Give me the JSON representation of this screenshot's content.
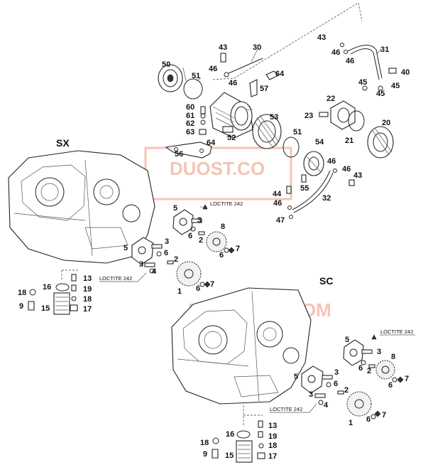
{
  "watermark": {
    "top": "DUOST.CO",
    "bottom": "KTMMOTO.COM",
    "color": "#e05a2b"
  },
  "sections": {
    "sx": "SX",
    "sc": "SC"
  },
  "notes": {
    "loctite_sx_top": "LOCTITE 242",
    "loctite_sx_bottom": "LOCTITE 242",
    "loctite_sc_top": "LOCTITE 242",
    "loctite_sc_bottom": "LOCTITE 242"
  },
  "parts": {
    "p43a": "43",
    "p30": "30",
    "p43b": "43",
    "p31": "31",
    "p46a": "46",
    "p46b": "46",
    "p46c": "46",
    "p46d": "46",
    "p50": "50",
    "p51a": "51",
    "p64a": "64",
    "p40": "40",
    "p57": "57",
    "p45a": "45",
    "p45b": "45",
    "p45c": "45",
    "p60": "60",
    "p61": "61",
    "p62": "62",
    "p63": "63",
    "p53": "53",
    "p22": "22",
    "p23": "23",
    "p20": "20",
    "p52": "52",
    "p51b": "51",
    "p21": "21",
    "p64b": "64",
    "p56": "56",
    "p54": "54",
    "p46e": "46",
    "p46f": "46",
    "p43c": "43",
    "p55": "55",
    "p44": "44",
    "p46g": "46",
    "p32": "32",
    "p47": "47",
    "sx5a": "5",
    "sx3a": "3",
    "sx6a": "6",
    "sx2a": "2",
    "sx8": "8",
    "sx6b": "6",
    "sx7a": "7",
    "sx5b": "5",
    "sx3b": "3",
    "sx6c": "6",
    "sx3c": "3",
    "sx4": "4",
    "sx2b": "2",
    "sx1": "1",
    "sx6d": "6",
    "sx7b": "7",
    "sx13": "13",
    "sx18a": "18",
    "sx16": "16",
    "sx19": "19",
    "sx9": "9",
    "sx15": "15",
    "sx18b": "18",
    "sx17": "17",
    "sc5a": "5",
    "sc3a": "3",
    "sc6a": "6",
    "sc2a": "2",
    "sc8": "8",
    "sc6b": "6",
    "sc7a": "7",
    "sc5b": "5",
    "sc3b": "3",
    "sc6c": "6",
    "sc3c": "3",
    "sc4": "4",
    "sc2b": "2",
    "sc1": "1",
    "sc6d": "6",
    "sc7b": "7",
    "sc13": "13",
    "sc18a": "18",
    "sc16": "16",
    "sc19": "19",
    "sc9": "9",
    "sc15": "15",
    "sc18b": "18",
    "sc17": "17"
  }
}
